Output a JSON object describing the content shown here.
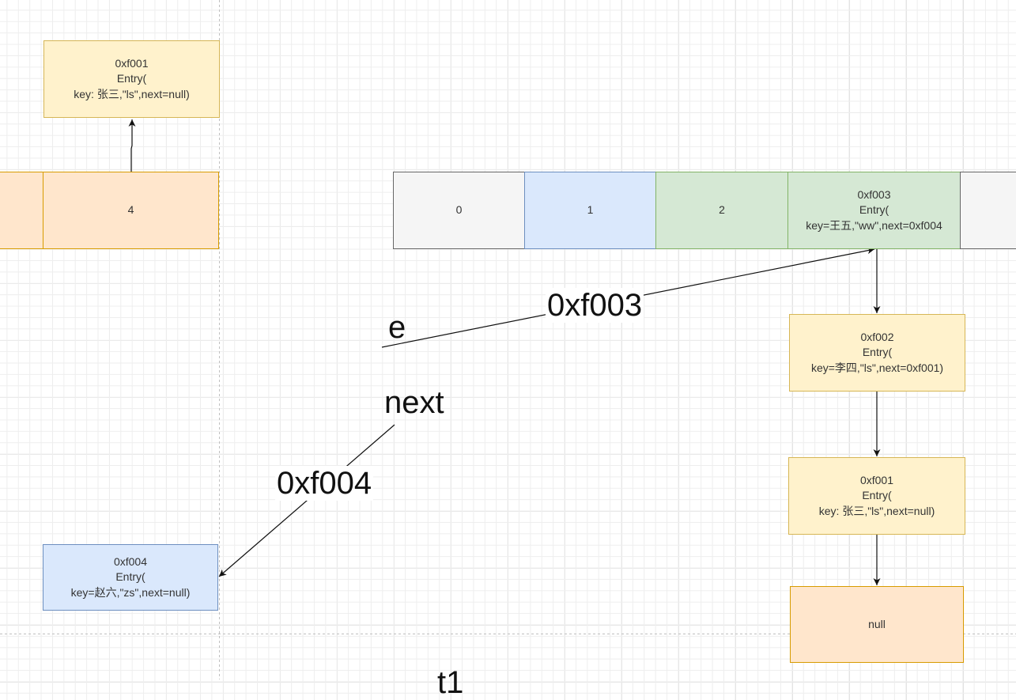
{
  "nodes": {
    "top_left_entry": {
      "line1": "0xf001",
      "line2": "Entry(",
      "line3": "key: 张三,\"ls\",next=null)"
    },
    "left_bucket_4": {
      "label": "4"
    },
    "bucket_0": {
      "label": "0"
    },
    "bucket_1": {
      "label": "1"
    },
    "bucket_2": {
      "label": "2"
    },
    "bucket_3": {
      "line1": "0xf003",
      "line2": "Entry(",
      "line3": "key=王五,\"ww\",next=0xf004"
    },
    "entry_f002": {
      "line1": "0xf002",
      "line2": "Entry(",
      "line3": "key=李四,\"ls\",next=0xf001)"
    },
    "entry_f001": {
      "line1": "0xf001",
      "line2": "Entry(",
      "line3": "key: 张三,\"ls\",next=null)"
    },
    "null_node": {
      "label": "null"
    },
    "entry_f004": {
      "line1": "0xf004",
      "line2": "Entry(",
      "line3": "key=赵六,\"zs\",next=null)"
    }
  },
  "labels": {
    "e": "e",
    "next": "next",
    "e_pointer": "0xf003",
    "next_pointer": "0xf004",
    "bottom_partial": "t1"
  },
  "colors": {
    "yellow_fill": "#fff2cc",
    "yellow_stroke": "#d6b656",
    "orange_fill": "#ffe6cc",
    "orange_stroke": "#d79b00",
    "gray_fill": "#f5f5f5",
    "gray_stroke": "#666666",
    "blue_fill": "#dae8fc",
    "blue_stroke": "#6c8ebf",
    "green_fill": "#d5e8d4",
    "green_stroke": "#82b366"
  }
}
